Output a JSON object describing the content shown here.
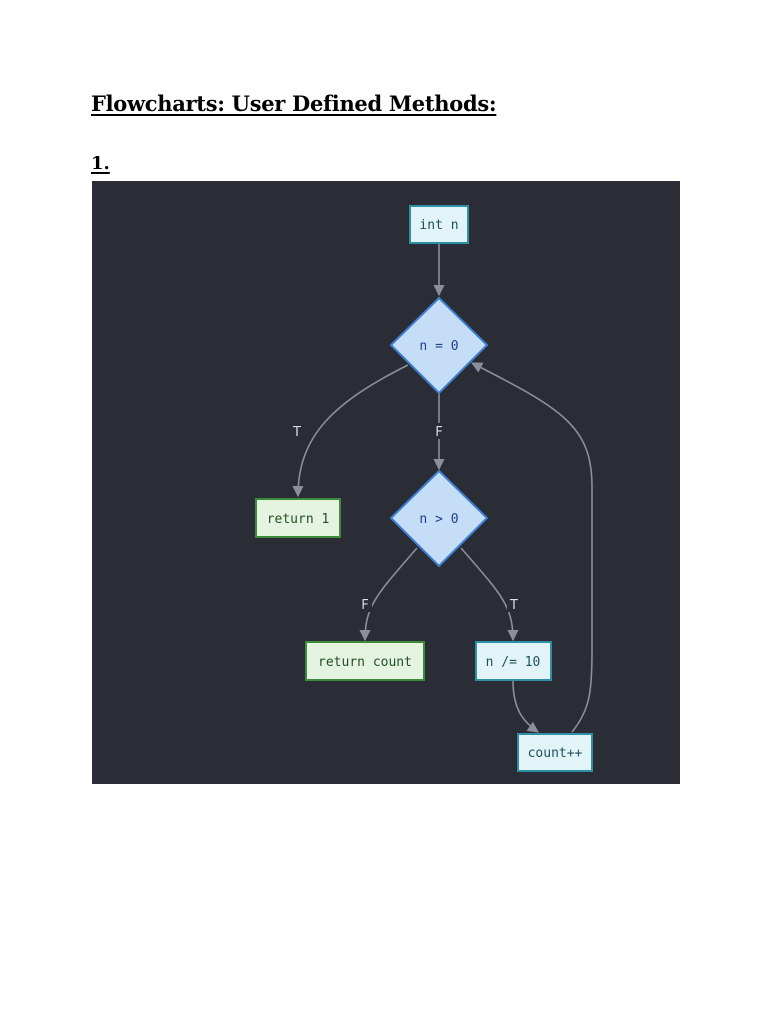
{
  "document": {
    "heading": "Flowcharts: User Defined Methods:",
    "item_number": "1."
  },
  "flowchart": {
    "nodes": {
      "start": {
        "label": "int n",
        "shape": "process",
        "fill": "#e3f4f8",
        "stroke": "#2f8fa3",
        "text_color": "#1f4f5c"
      },
      "check_zero": {
        "label": "n = 0",
        "shape": "decision",
        "fill": "#c5ddf7",
        "stroke": "#3d7fd3",
        "text_color": "#1e3f8a"
      },
      "return_one": {
        "label": "return 1",
        "shape": "terminal",
        "fill": "#e5f4e1",
        "stroke": "#3e8a3c",
        "text_color": "#234f22"
      },
      "check_positive": {
        "label": "n > 0",
        "shape": "decision",
        "fill": "#c5ddf7",
        "stroke": "#3d7fd3",
        "text_color": "#1e3f8a"
      },
      "return_count": {
        "label": "return count",
        "shape": "terminal",
        "fill": "#e5f4e1",
        "stroke": "#3e8a3c",
        "text_color": "#234f22"
      },
      "divide": {
        "label": "n /= 10",
        "shape": "process",
        "fill": "#e3f4f8",
        "stroke": "#2f8fa3",
        "text_color": "#1f4f5c"
      },
      "increment": {
        "label": "count++",
        "shape": "process",
        "fill": "#e3f4f8",
        "stroke": "#2f8fa3",
        "text_color": "#1f4f5c"
      }
    },
    "edges": [
      {
        "from": "start",
        "to": "check_zero",
        "label": ""
      },
      {
        "from": "check_zero",
        "to": "return_one",
        "label": "T"
      },
      {
        "from": "check_zero",
        "to": "check_positive",
        "label": "F"
      },
      {
        "from": "check_positive",
        "to": "return_count",
        "label": "F"
      },
      {
        "from": "check_positive",
        "to": "divide",
        "label": "T"
      },
      {
        "from": "divide",
        "to": "increment",
        "label": ""
      },
      {
        "from": "increment",
        "to": "check_zero",
        "label": ""
      }
    ],
    "colors": {
      "background": "#2a2d35",
      "edge": "#8a8f9c",
      "edge_label": "#d8dbe2"
    }
  }
}
